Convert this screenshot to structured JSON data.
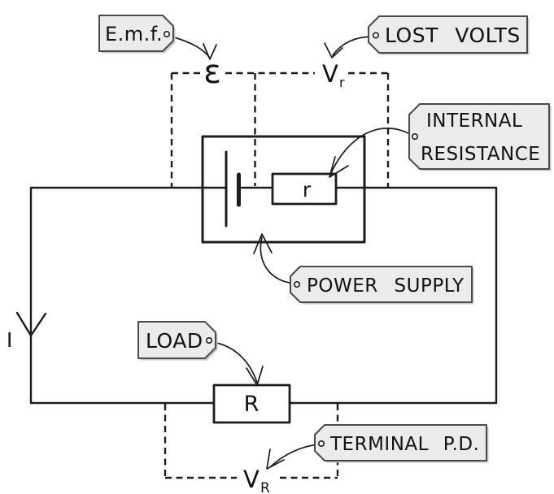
{
  "tags": {
    "emf": "E.m.f.",
    "lost_volts": "LOST VOLTS",
    "internal_resistance_line1": "INTERNAL",
    "internal_resistance_line2": "RESISTANCE",
    "power_supply": "POWER SUPPLY",
    "load": "LOAD",
    "terminal_pd": "TERMINAL P.D."
  },
  "symbols": {
    "emf": "ε",
    "lost_volts_v": "V",
    "lost_volts_sub": "r",
    "terminal_pd_v": "V",
    "terminal_pd_sub": "R",
    "internal_resistor": "r",
    "load_resistor": "R",
    "current": "I"
  },
  "colors": {
    "background": "#ffffff",
    "line": "#1c1c1c",
    "tag_fill": "#ebebeb",
    "tag_border": "#4a4a4a",
    "tag_shadow": "#c9c9c9"
  }
}
